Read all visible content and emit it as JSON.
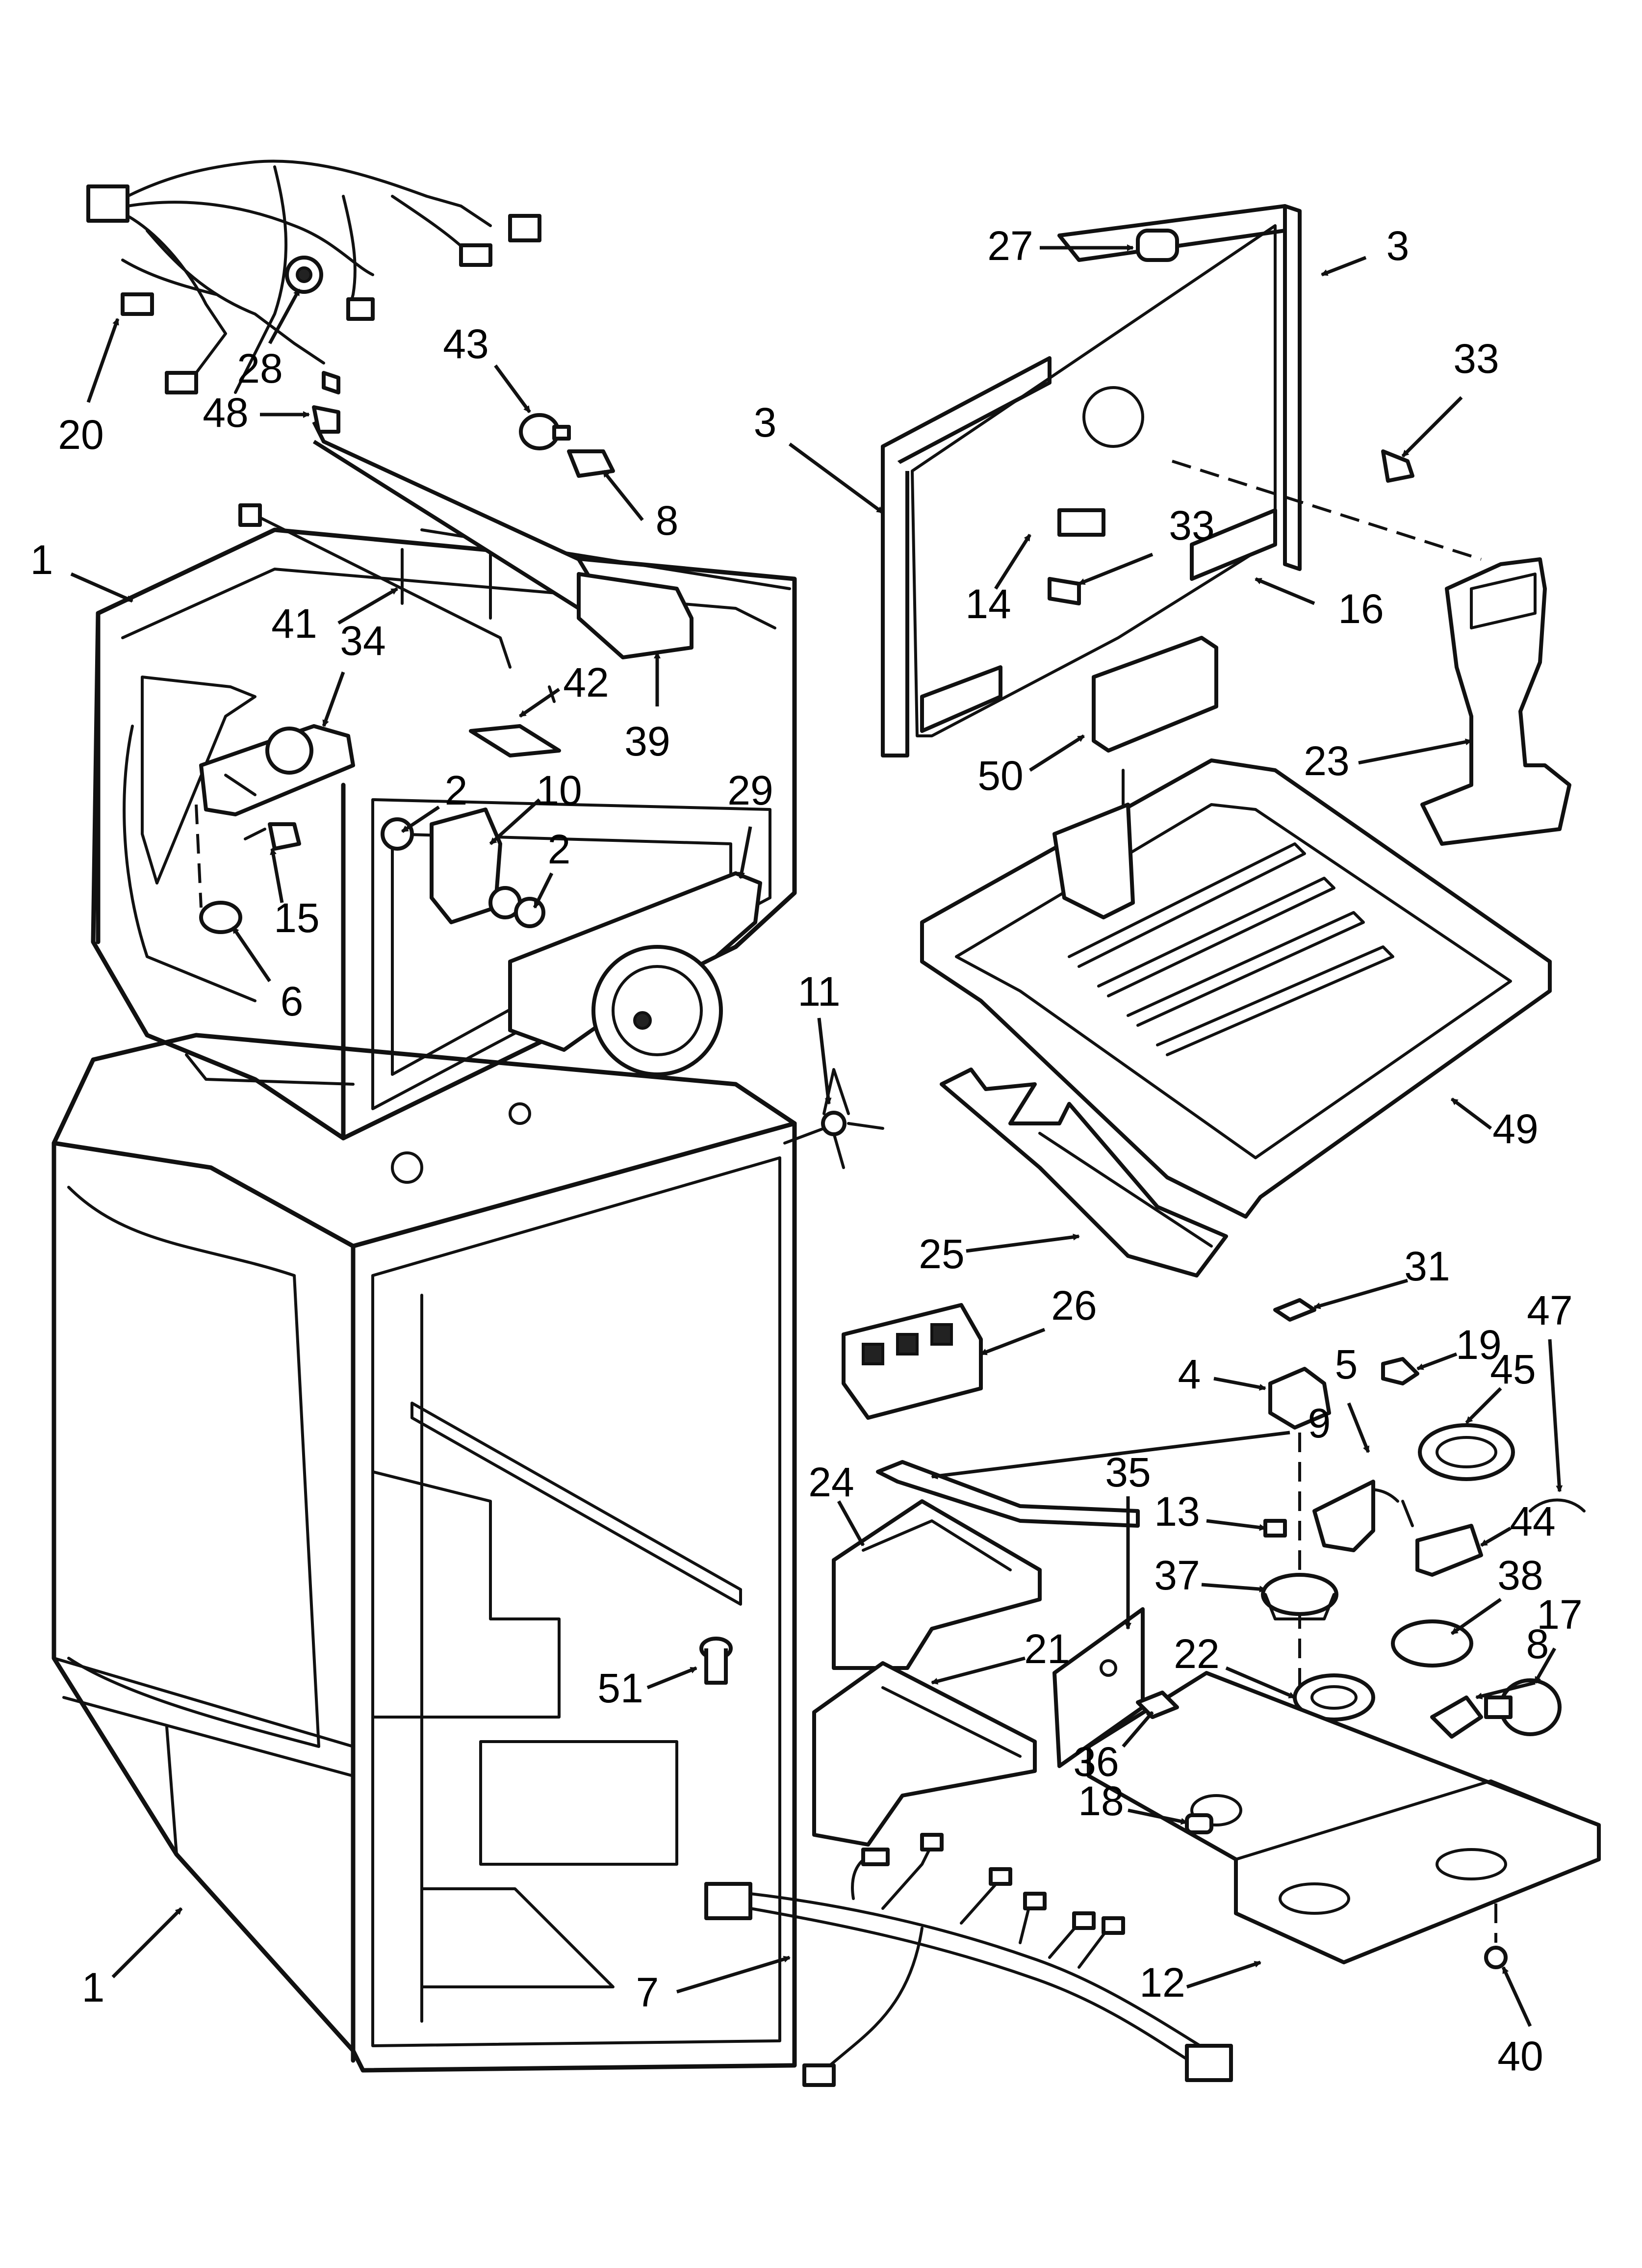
{
  "diagram": {
    "labels": [
      {
        "id": "l1a",
        "text": "1"
      },
      {
        "id": "l1b",
        "text": "1"
      },
      {
        "id": "l2a",
        "text": "2"
      },
      {
        "id": "l2b",
        "text": "2"
      },
      {
        "id": "l3a",
        "text": "3"
      },
      {
        "id": "l3b",
        "text": "3"
      },
      {
        "id": "l4",
        "text": "4"
      },
      {
        "id": "l5",
        "text": "5"
      },
      {
        "id": "l6",
        "text": "6"
      },
      {
        "id": "l7",
        "text": "7"
      },
      {
        "id": "l8a",
        "text": "8"
      },
      {
        "id": "l8b",
        "text": "8"
      },
      {
        "id": "l9",
        "text": "9"
      },
      {
        "id": "l10",
        "text": "10"
      },
      {
        "id": "l11",
        "text": "11"
      },
      {
        "id": "l12",
        "text": "12"
      },
      {
        "id": "l13",
        "text": "13"
      },
      {
        "id": "l14",
        "text": "14"
      },
      {
        "id": "l15",
        "text": "15"
      },
      {
        "id": "l16",
        "text": "16"
      },
      {
        "id": "l17",
        "text": "17"
      },
      {
        "id": "l18",
        "text": "18"
      },
      {
        "id": "l19",
        "text": "19"
      },
      {
        "id": "l20",
        "text": "20"
      },
      {
        "id": "l21",
        "text": "21"
      },
      {
        "id": "l22",
        "text": "22"
      },
      {
        "id": "l23",
        "text": "23"
      },
      {
        "id": "l24",
        "text": "24"
      },
      {
        "id": "l25",
        "text": "25"
      },
      {
        "id": "l26",
        "text": "26"
      },
      {
        "id": "l27",
        "text": "27"
      },
      {
        "id": "l28",
        "text": "28"
      },
      {
        "id": "l29",
        "text": "29"
      },
      {
        "id": "l31",
        "text": "31"
      },
      {
        "id": "l33a",
        "text": "33"
      },
      {
        "id": "l33b",
        "text": "33"
      },
      {
        "id": "l34",
        "text": "34"
      },
      {
        "id": "l35",
        "text": "35"
      },
      {
        "id": "l36",
        "text": "36"
      },
      {
        "id": "l37",
        "text": "37"
      },
      {
        "id": "l38",
        "text": "38"
      },
      {
        "id": "l39",
        "text": "39"
      },
      {
        "id": "l40",
        "text": "40"
      },
      {
        "id": "l41",
        "text": "41"
      },
      {
        "id": "l42",
        "text": "42"
      },
      {
        "id": "l43",
        "text": "43"
      },
      {
        "id": "l44",
        "text": "44"
      },
      {
        "id": "l45",
        "text": "45"
      },
      {
        "id": "l47",
        "text": "47"
      },
      {
        "id": "l48",
        "text": "48"
      },
      {
        "id": "l49",
        "text": "49"
      },
      {
        "id": "l50",
        "text": "50"
      },
      {
        "id": "l51",
        "text": "51"
      }
    ]
  }
}
